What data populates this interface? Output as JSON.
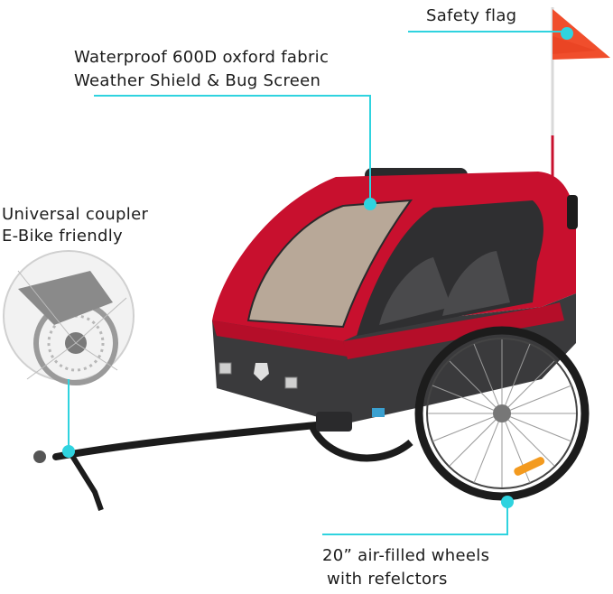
{
  "annotations": {
    "safety_flag": "Safety flag",
    "fabric_line1": "Waterproof 600D oxford fabric",
    "fabric_line2": "Weather Shield  & Bug Screen",
    "coupler_line1": "Universal coupler",
    "coupler_line2": "E-Bike friendly",
    "wheels_line1": "20” air-filled wheels",
    "wheels_line2": "with refelctors"
  },
  "colors": {
    "accent_callout": "#2fd3df",
    "trailer_red": "#c8102e",
    "trailer_dark": "#3a3a3c",
    "flag_orange": "#f04e2c"
  }
}
